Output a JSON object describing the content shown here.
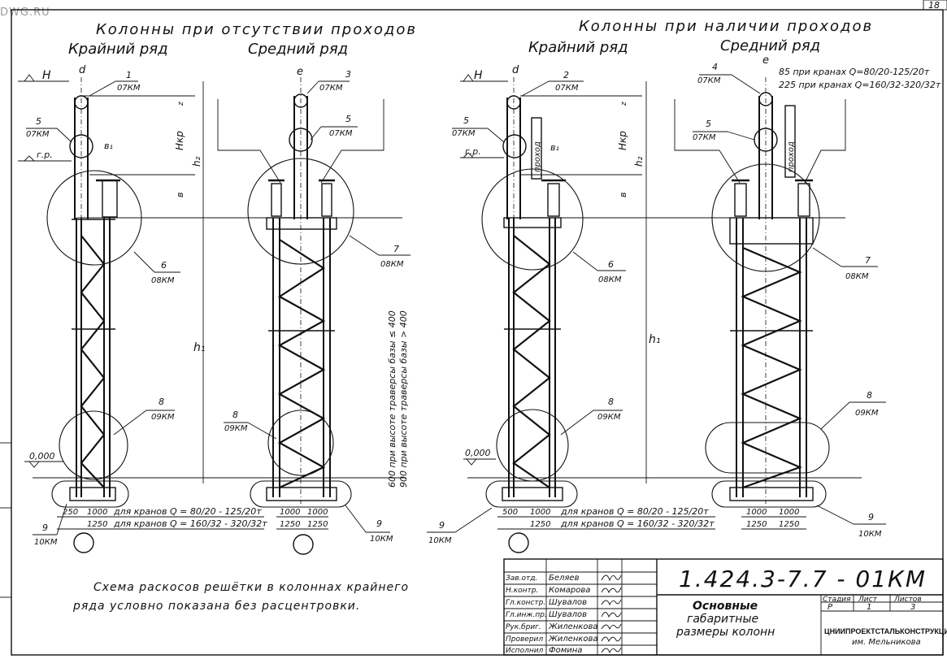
{
  "watermark": "DWG.RU",
  "sheet_corner": "18",
  "headings": {
    "no_passages": "Колонны при отсутствии проходов",
    "with_passages": "Колонны при наличии проходов",
    "outer_row": "Крайний ряд",
    "middle_row": "Средний ряд"
  },
  "dim_letters": {
    "H": "H",
    "d": "d",
    "e": "e",
    "Hkr": "Hкр",
    "h2": "h₂",
    "h1": "h₁",
    "b": "в",
    "b1": "в₁",
    "z": "z",
    "gr": "г.р.",
    "zero": "0,000",
    "passage": "проход"
  },
  "callouts": {
    "c1": {
      "num": "1",
      "ref": "07КМ"
    },
    "c2": {
      "num": "2",
      "ref": "07КМ"
    },
    "c3": {
      "num": "3",
      "ref": "07КМ"
    },
    "c4": {
      "num": "4",
      "ref": "07КМ"
    },
    "c5": {
      "num": "5",
      "ref": "07КМ"
    },
    "c6": {
      "num": "6",
      "ref": "08КМ"
    },
    "c7": {
      "num": "7",
      "ref": "08КМ"
    },
    "c8": {
      "num": "8",
      "ref": "09КМ"
    },
    "c9": {
      "num": "9",
      "ref": "10КМ"
    }
  },
  "crane_notes": {
    "n85": "85 при кранах Q=80/20-125/20т",
    "n225": "225 при кранах Q=160/32-320/32т"
  },
  "base_dims": {
    "a250": "250",
    "a1000": "1000",
    "a1250": "1250",
    "a500": "500",
    "q1": "для кранов Q = 80/20 - 125/20т",
    "q2": "для кранов Q = 160/32 - 320/32т"
  },
  "traverse_notes": {
    "t600": "600 при высоте траверсы базы ≤ 400",
    "t900": "900 при высоте траверсы базы > 400"
  },
  "footnote": {
    "line1": "Схема раскосов решётки в колоннах крайнего",
    "line2": "ряда условно показана без расцентровки."
  },
  "title_block": {
    "doc_code": "1.424.3-7.7 - 01КМ",
    "title_lines": [
      "Основные",
      "габаритные",
      "размеры колонн"
    ],
    "roles": [
      "Зав.отд.",
      "Н.контр.",
      "Гл.констр.",
      "Гл.инж.пр.",
      "Рук.бриг.",
      "Проверил",
      "Исполнил"
    ],
    "names": [
      "Беляев",
      "Комарова",
      "Шувалов",
      "Шувалов",
      "Жиленкова",
      "Жиленкова",
      "Фомина"
    ],
    "stage_hdr": "Стадия",
    "sheet_hdr": "Лист",
    "sheets_hdr": "Листов",
    "stage": "Р",
    "sheet": "1",
    "sheets": "3",
    "org1": "ЦНИИПРОЕКТСТАЛЬКОНСТРУКЦИЯ",
    "org2": "им. Мельникова"
  }
}
